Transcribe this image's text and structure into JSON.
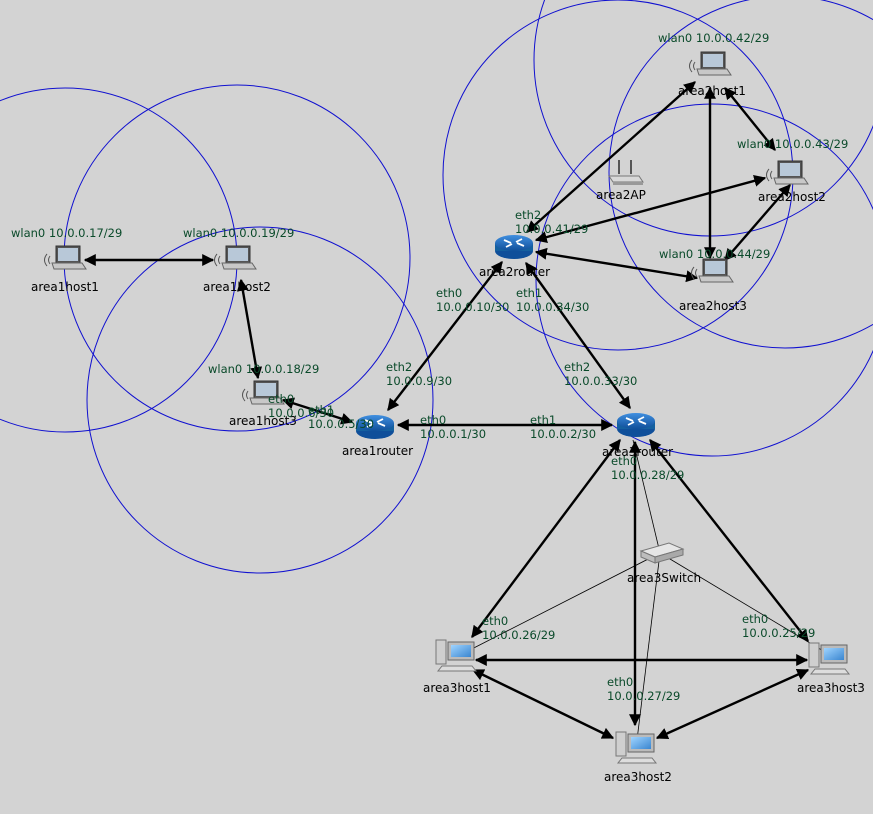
{
  "nodes": {
    "area1host1": {
      "label": "area1host1",
      "if": "wlan0 10.0.0.17/29"
    },
    "area1host2": {
      "label": "area1host2",
      "if": "wlan0 10.0.0.19/29"
    },
    "area1host3": {
      "label": "area1host3",
      "if": "wlan0 10.0.0.18/29",
      "if2": "eth0\n10.0.0.6/30"
    },
    "area1router": {
      "label": "area1router",
      "eth0": "eth0\n10.0.0.1/30",
      "eth1": "eth1\n10.0.0.5/30",
      "eth2": "eth2\n10.0.0.9/30"
    },
    "area2router": {
      "label": "area2router",
      "eth2": "eth2\n10.0.0.41/29",
      "eth0": "eth0\n10.0.0.10/30",
      "eth1": "eth1\n10.0.0.34/30"
    },
    "area2AP": {
      "label": "area2AP"
    },
    "area2host1": {
      "label": "area2host1",
      "if": "wlan0 10.0.0.42/29"
    },
    "area2host2": {
      "label": "area2host2",
      "if": "wlan0 10.0.0.43/29"
    },
    "area2host3": {
      "label": "area2host3",
      "if": "wlan0 10.0.0.44/29"
    },
    "area3router": {
      "label": "area3router",
      "eth1": "eth1\n10.0.0.2/30",
      "eth2": "eth2\n10.0.0.33/30",
      "eth0": "eth0\n10.0.0.28/29"
    },
    "area3Switch": {
      "label": "area3Switch"
    },
    "area3host1": {
      "label": "area3host1",
      "if": "eth0\n10.0.0.26/29"
    },
    "area3host2": {
      "label": "area3host2",
      "if": "eth0\n10.0.0.27/29"
    },
    "area3host3": {
      "label": "area3host3",
      "if": "eth0\n10.0.0.25/29"
    }
  },
  "colors": {
    "background": "#d3d3d3",
    "range": "#1010d0",
    "label": "#0a4a2a",
    "router": "#1a6fc0"
  },
  "icons": {
    "host-wireless": "laptop-icon",
    "router": "router-icon",
    "ap": "access-point-icon",
    "switch": "switch-icon",
    "host-wired": "desktop-icon"
  }
}
